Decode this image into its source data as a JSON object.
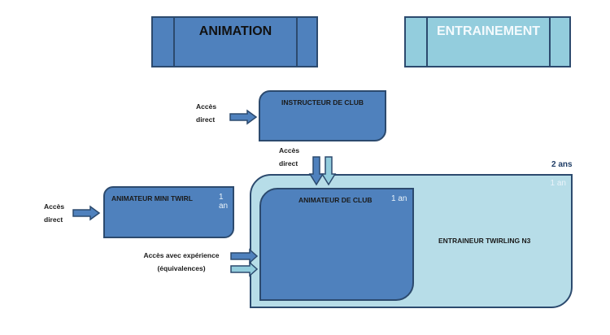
{
  "headers": {
    "animation": "ANIMATION",
    "entrainement": "ENTRAINEMENT"
  },
  "boxes": {
    "instructeur": {
      "title": "INSTRUCTEUR DE CLUB"
    },
    "mini_twirl": {
      "title": "ANIMATEUR MINI TWIRL",
      "duration": "1 an"
    },
    "animateur_club": {
      "title": "ANIMATEUR DE CLUB",
      "duration": "1 an"
    },
    "entraineur_n3": {
      "title": "ENTRAINEUR TWIRLING N3",
      "duration": "1 an",
      "total_duration": "2 ans"
    }
  },
  "labels": {
    "acces_direct_instructeur": [
      "Accès",
      "direct"
    ],
    "acces_direct_club": [
      "Accès",
      "direct"
    ],
    "acces_direct_mini": [
      "Accès",
      "direct"
    ],
    "acces_experience": [
      "Accès avec expérience",
      "(équivalences)"
    ]
  },
  "colors": {
    "dark_blue": "#4f81bd",
    "light_blue": "#93cddd",
    "pale_blue": "#b7dde8",
    "outline": "#2c4a6e"
  }
}
